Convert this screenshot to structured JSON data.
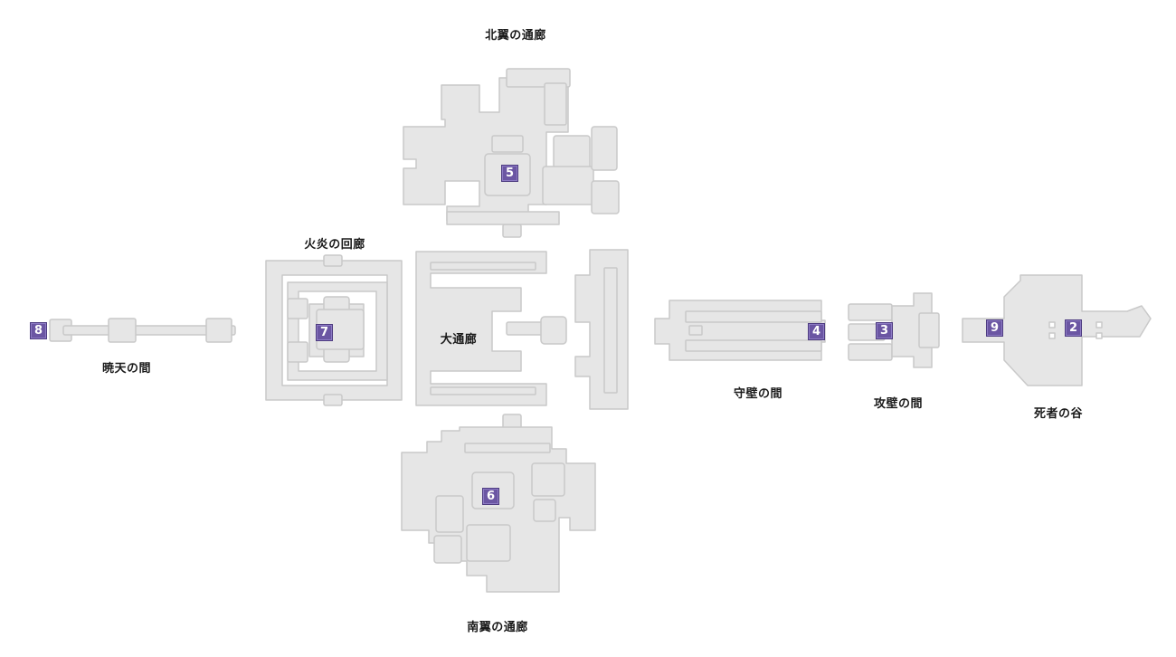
{
  "colors": {
    "floor": "#e6e6e6",
    "wall": "#c9c9c9",
    "marker": "#6b56a3",
    "label": "#1a1a1a"
  },
  "areas": {
    "north_wing": "北翼の通廊",
    "dawn_hall": "暁天の間",
    "flame_gallery": "火炎の回廊",
    "great_corridor": "大通廊",
    "guard_wall_hall": "守壁の間",
    "attack_wall_hall": "攻壁の間",
    "valley_of_dead": "死者の谷",
    "south_wing": "南翼の通廊"
  },
  "markers": {
    "m2": "2",
    "m3": "3",
    "m4": "4",
    "m5": "5",
    "m6": "6",
    "m7": "7",
    "m8": "8",
    "m9": "9"
  }
}
